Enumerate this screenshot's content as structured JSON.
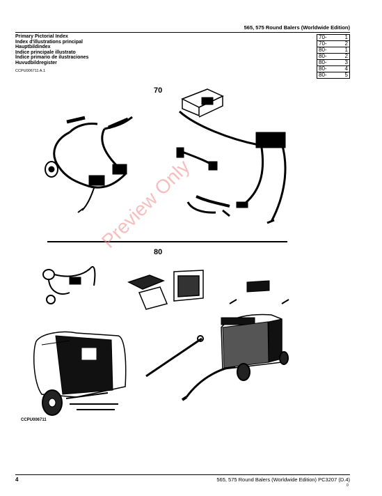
{
  "header": {
    "title": "565, 575 Round Balers (Worldwide Edition)"
  },
  "index_titles": [
    "Primary Pictorial Index",
    "Index d'illustrations principal",
    "Hauptbildindex",
    "Indice principale illustrato",
    "Índice primario de ilustraciones",
    "Huvudbildregister"
  ],
  "index_ref": "CCPU006711 A.1",
  "page_table": [
    {
      "section": "70-",
      "page": "1"
    },
    {
      "section": "70-",
      "page": "2"
    },
    {
      "section": "80-",
      "page": "1"
    },
    {
      "section": "80-",
      "page": "2"
    },
    {
      "section": "80-",
      "page": "3"
    },
    {
      "section": "80-",
      "page": "4"
    },
    {
      "section": "80-",
      "page": "5"
    }
  ],
  "sections": {
    "s70": "70",
    "s80": "80"
  },
  "figure_ref": "CCPU006711",
  "watermark": "Preview Only",
  "footer": {
    "page_number": "4",
    "text": "565, 575 Round Balers (Worldwide Edition)   PC3207   (D.4)",
    "sub": "0"
  }
}
